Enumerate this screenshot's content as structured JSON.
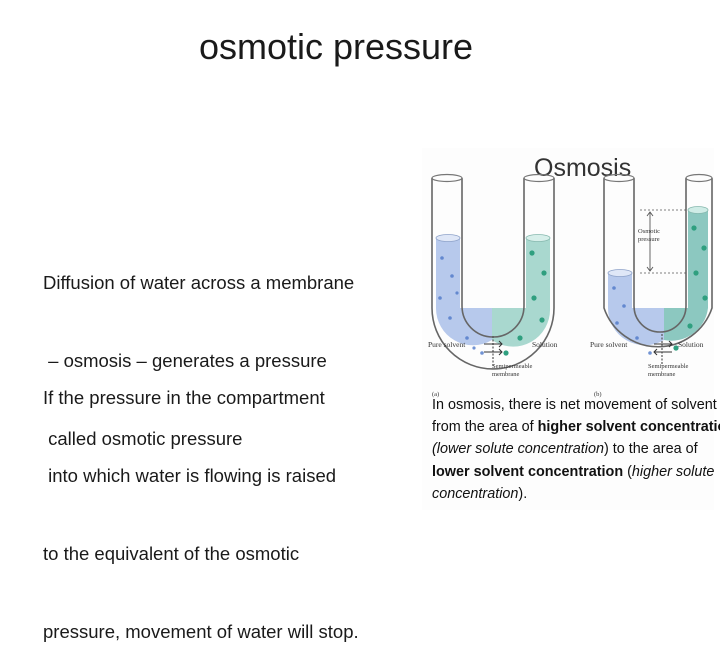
{
  "slide": {
    "title": "osmotic pressure",
    "paragraph1": [
      "Diffusion of water across a membrane",
      " – osmosis – generates a pressure",
      " called osmotic pressure"
    ],
    "paragraph2": [
      "If the pressure in the compartment",
      " into which water is flowing is raised",
      "to the equivalent of the osmotic",
      "pressure, movement of water will stop."
    ]
  },
  "figure": {
    "heading": "Osmosis",
    "panel_a_label": "(a)",
    "panel_b_label": "(b)",
    "pure_solvent_a": "Pure solvent",
    "solution_a": "Solution",
    "membrane_a": [
      "Semipermeable",
      "membrane"
    ],
    "pure_solvent_b": "Pure solvent",
    "solution_b": "Solution",
    "membrane_b": [
      "Semipermeable",
      "membrane"
    ],
    "osmotic_pressure_label": [
      "Osmotic",
      "pressure"
    ],
    "caption": {
      "line1": "In osmosis, there is net movement of solvent",
      "line2_normal": "from the area of ",
      "line2_bold": "higher solvent concentration",
      "line3_italic": "(lower solute concentration",
      "line3_normal": ") to the area of",
      "line4_bold": "lower solvent concentration",
      "line4_normal": " (",
      "line4_italic": "higher solute",
      "line5_italic": "concentration",
      "line5_normal": ")."
    },
    "colors": {
      "solvent": "#b7c9ec",
      "solution": "#a9d8cf",
      "solution_dark": "#8cc8c0",
      "dot_blue": "#4f79c9",
      "dot_green": "#2f9f7f"
    }
  }
}
